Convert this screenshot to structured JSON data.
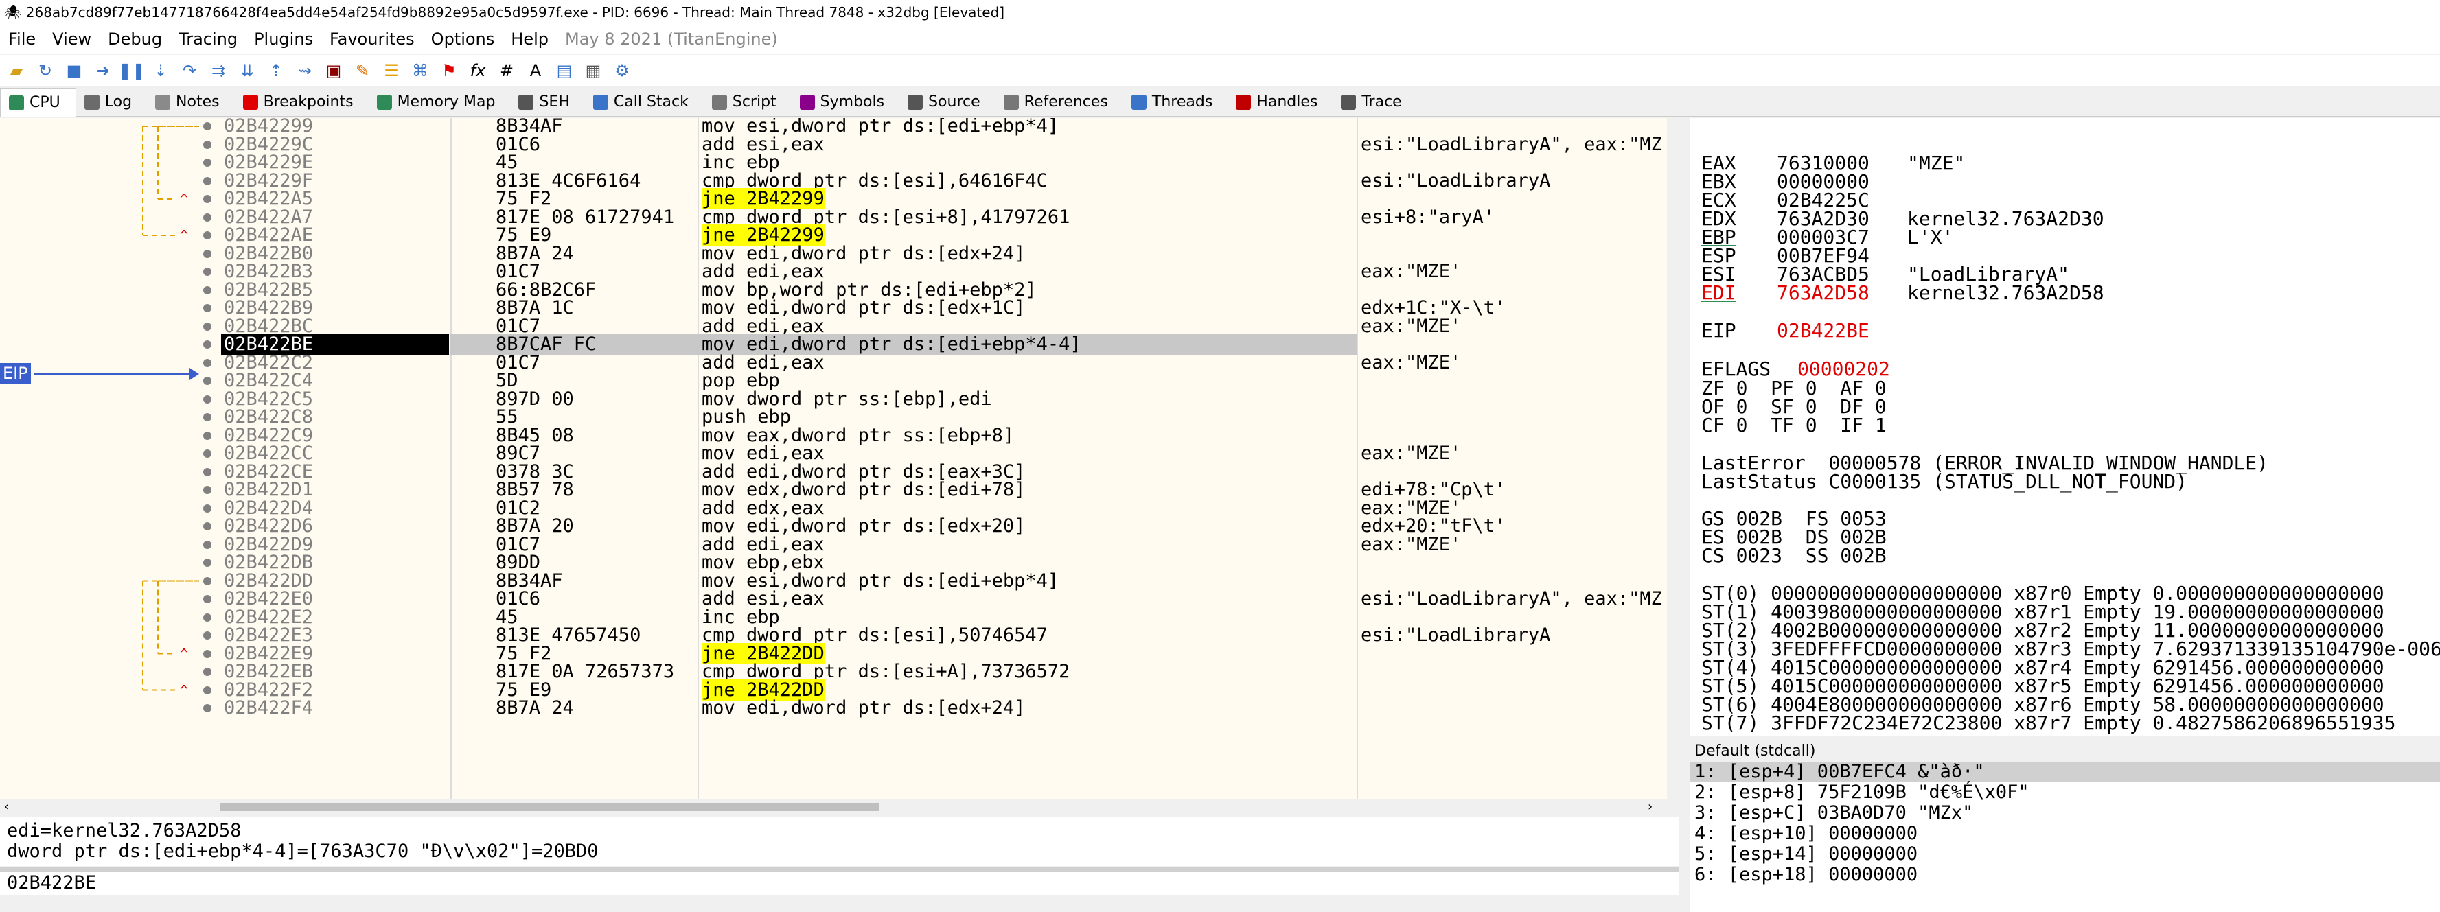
{
  "window": {
    "title": "268ab7cd89f77eb147718766428f4ea5dd4e54af254fd9b8892e95a0c5d9597f.exe - PID: 6696 - Thread: Main Thread 7848 - x32dbg [Elevated]"
  },
  "menu": {
    "items": [
      "File",
      "View",
      "Debug",
      "Tracing",
      "Plugins",
      "Favourites",
      "Options",
      "Help"
    ],
    "build": "May 8 2021 (TitanEngine)"
  },
  "tabs": [
    {
      "label": "CPU",
      "icon": "cpu-icon",
      "color": "#2e8b57"
    },
    {
      "label": "Log",
      "icon": "log-icon",
      "color": "#6b6b6b"
    },
    {
      "label": "Notes",
      "icon": "notes-icon",
      "color": "#8a8a8a"
    },
    {
      "label": "Breakpoints",
      "icon": "breakpoint-icon",
      "color": "#e00000"
    },
    {
      "label": "Memory Map",
      "icon": "memory-icon",
      "color": "#2e8b57"
    },
    {
      "label": "SEH",
      "icon": "seh-icon",
      "color": "#555555"
    },
    {
      "label": "Call Stack",
      "icon": "callstack-icon",
      "color": "#3a74c8"
    },
    {
      "label": "Script",
      "icon": "script-icon",
      "color": "#777777"
    },
    {
      "label": "Symbols",
      "icon": "symbols-icon",
      "color": "#8b008b"
    },
    {
      "label": "Source",
      "icon": "source-icon",
      "color": "#555555"
    },
    {
      "label": "References",
      "icon": "references-icon",
      "color": "#777777"
    },
    {
      "label": "Threads",
      "icon": "threads-icon",
      "color": "#3a74c8"
    },
    {
      "label": "Handles",
      "icon": "handles-icon",
      "color": "#c00000"
    },
    {
      "label": "Trace",
      "icon": "trace-icon",
      "color": "#555555"
    }
  ],
  "disasm": {
    "eip_label": "EIP",
    "rows": [
      {
        "addr": "02B42299",
        "bytes": "8B34AF",
        "ins": "mov esi,dword ptr ds:[edi+ebp*4]",
        "cmt": ""
      },
      {
        "addr": "02B4229C",
        "bytes": "01C6",
        "ins": "add esi,eax",
        "cmt": "esi:\"LoadLibraryA\", eax:\"MZ"
      },
      {
        "addr": "02B4229E",
        "bytes": "45",
        "ins": "inc ebp",
        "cmt": ""
      },
      {
        "addr": "02B4229F",
        "bytes": "813E 4C6F6164",
        "ins": "cmp dword ptr ds:[esi],64616F4C",
        "cmt": "esi:\"LoadLibraryA"
      },
      {
        "addr": "02B422A5",
        "jmp": "^",
        "bytes": "75 F2",
        "ins": "jne 2B42299",
        "cmt": ""
      },
      {
        "addr": "02B422A7",
        "bytes": "817E 08 61727941",
        "ins": "cmp dword ptr ds:[esi+8],41797261",
        "cmt": "esi+8:\"aryA'"
      },
      {
        "addr": "02B422AE",
        "jmp": "^",
        "bytes": "75 E9",
        "ins": "jne 2B42299",
        "cmt": ""
      },
      {
        "addr": "02B422B0",
        "bytes": "8B7A 24",
        "ins": "mov edi,dword ptr ds:[edx+24]",
        "cmt": ""
      },
      {
        "addr": "02B422B3",
        "bytes": "01C7",
        "ins": "add edi,eax",
        "cmt": "eax:\"MZE'"
      },
      {
        "addr": "02B422B5",
        "bytes": "66:8B2C6F",
        "ins": "mov bp,word ptr ds:[edi+ebp*2]",
        "cmt": ""
      },
      {
        "addr": "02B422B9",
        "bytes": "8B7A 1C",
        "ins": "mov edi,dword ptr ds:[edx+1C]",
        "cmt": "edx+1C:\"X-\\t'"
      },
      {
        "addr": "02B422BC",
        "bytes": "01C7",
        "ins": "add edi,eax",
        "cmt": "eax:\"MZE'"
      },
      {
        "addr": "02B422BE",
        "bytes": "8B7CAF FC",
        "ins": "mov edi,dword ptr ds:[edi+ebp*4-4]",
        "cmt": ""
      },
      {
        "addr": "02B422C2",
        "bytes": "01C7",
        "ins": "add edi,eax",
        "cmt": "eax:\"MZE'"
      },
      {
        "addr": "02B422C4",
        "bytes": "5D",
        "ins": "pop ebp",
        "cmt": ""
      },
      {
        "addr": "02B422C5",
        "bytes": "897D 00",
        "ins": "mov dword ptr ss:[ebp],edi",
        "cmt": ""
      },
      {
        "addr": "02B422C8",
        "bytes": "55",
        "ins": "push ebp",
        "cmt": ""
      },
      {
        "addr": "02B422C9",
        "bytes": "8B45 08",
        "ins": "mov eax,dword ptr ss:[ebp+8]",
        "cmt": ""
      },
      {
        "addr": "02B422CC",
        "bytes": "89C7",
        "ins": "mov edi,eax",
        "cmt": "eax:\"MZE'"
      },
      {
        "addr": "02B422CE",
        "bytes": "0378 3C",
        "ins": "add edi,dword ptr ds:[eax+3C]",
        "cmt": ""
      },
      {
        "addr": "02B422D1",
        "bytes": "8B57 78",
        "ins": "mov edx,dword ptr ds:[edi+78]",
        "cmt": "edi+78:\"Cp\\t'"
      },
      {
        "addr": "02B422D4",
        "bytes": "01C2",
        "ins": "add edx,eax",
        "cmt": "eax:\"MZE'"
      },
      {
        "addr": "02B422D6",
        "bytes": "8B7A 20",
        "ins": "mov edi,dword ptr ds:[edx+20]",
        "cmt": "edx+20:\"tF\\t'"
      },
      {
        "addr": "02B422D9",
        "bytes": "01C7",
        "ins": "add edi,eax",
        "cmt": "eax:\"MZE'"
      },
      {
        "addr": "02B422DB",
        "bytes": "89DD",
        "ins": "mov ebp,ebx",
        "cmt": ""
      },
      {
        "addr": "02B422DD",
        "bytes": "8B34AF",
        "ins": "mov esi,dword ptr ds:[edi+ebp*4]",
        "cmt": ""
      },
      {
        "addr": "02B422E0",
        "bytes": "01C6",
        "ins": "add esi,eax",
        "cmt": "esi:\"LoadLibraryA\", eax:\"MZ"
      },
      {
        "addr": "02B422E2",
        "bytes": "45",
        "ins": "inc ebp",
        "cmt": ""
      },
      {
        "addr": "02B422E3",
        "bytes": "813E 47657450",
        "ins": "cmp dword ptr ds:[esi],50746547",
        "cmt": "esi:\"LoadLibraryA"
      },
      {
        "addr": "02B422E9",
        "jmp": "^",
        "bytes": "75 F2",
        "ins": "jne 2B422DD",
        "cmt": ""
      },
      {
        "addr": "02B422EB",
        "bytes": "817E 0A 72657373",
        "ins": "cmp dword ptr ds:[esi+A],73736572",
        "cmt": ""
      },
      {
        "addr": "02B422F2",
        "jmp": "^",
        "bytes": "75 E9",
        "ins": "jne 2B422DD",
        "cmt": ""
      },
      {
        "addr": "02B422F4",
        "bytes": "8B7A 24",
        "ins": "mov edi,dword ptr ds:[edx+24]",
        "cmt": ""
      }
    ]
  },
  "info": {
    "line1": "edi=kernel32.763A2D58",
    "line2": "dword ptr ds:[edi+ebp*4-4]=[763A3C70 \"Ð\\v\\x02\"]=20BD0"
  },
  "address_bar": "02B422BE",
  "registers": {
    "lines": [
      {
        "name": "EAX",
        "val": "76310000",
        "cmt": "\"MZE\""
      },
      {
        "name": "EBX",
        "val": "00000000",
        "cmt": ""
      },
      {
        "name": "ECX",
        "val": "02B4225C",
        "cmt": ""
      },
      {
        "name": "EDX",
        "val": "763A2D30",
        "cmt": "kernel32.763A2D30"
      },
      {
        "name": "EBP",
        "val": "000003C7",
        "cmt": "L'X'"
      },
      {
        "name": "ESP",
        "val": "00B7EF94",
        "cmt": ""
      },
      {
        "name": "ESI",
        "val": "763ACBD5",
        "cmt": "\"LoadLibraryA\""
      },
      {
        "name": "EDI",
        "val": "763A2D58",
        "cmt": "kernel32.763A2D58",
        "changed": true
      }
    ],
    "eip": {
      "name": "EIP",
      "val": "02B422BE"
    },
    "eflags": {
      "name": "EFLAGS",
      "val": "00000202"
    },
    "flags": [
      "ZF 0  PF 0  AF 0",
      "OF 0  SF 0  DF 0",
      "CF 0  TF 0  IF 1"
    ],
    "lasterror": "LastError  00000578 (ERROR_INVALID_WINDOW_HANDLE)",
    "laststatus": "LastStatus C0000135 (STATUS_DLL_NOT_FOUND)",
    "segs": [
      "GS 002B  FS 0053",
      "ES 002B  DS 002B",
      "CS 0023  SS 002B"
    ],
    "fpu": [
      "ST(0) 00000000000000000000 x87r0 Empty 0.000000000000000000",
      "ST(1) 40039800000000000000 x87r1 Empty 19.00000000000000000",
      "ST(2) 4002B000000000000000 x87r2 Empty 11.00000000000000000",
      "ST(3) 3FEDFFFFCD0000000000 x87r3 Empty 7.62937133913510479​0e-006",
      "ST(4) 4015C000000000000000 x87r4 Empty 6291456.000000000000",
      "ST(5) 4015C000000000000000 x87r5 Empty 6291456.000000000000",
      "ST(6) 4004E800000000000000 x87r6 Empty 58.00000000000000000",
      "ST(7) 3FFDF72C234E72C23800 x87r7 Empty 0.4827586206896551935"
    ]
  },
  "callstack": {
    "header": "Default (stdcall)",
    "rows": [
      "1: [esp+4] 00B7EFC4 &\"àð·\"",
      "2: [esp+8] 75F2109B \"d€%É\\x0F\"",
      "3: [esp+C] 03BA0D70 \"MZx\"",
      "4: [esp+10] 00000000",
      "5: [esp+14] 00000000",
      "6: [esp+18] 00000000"
    ]
  }
}
